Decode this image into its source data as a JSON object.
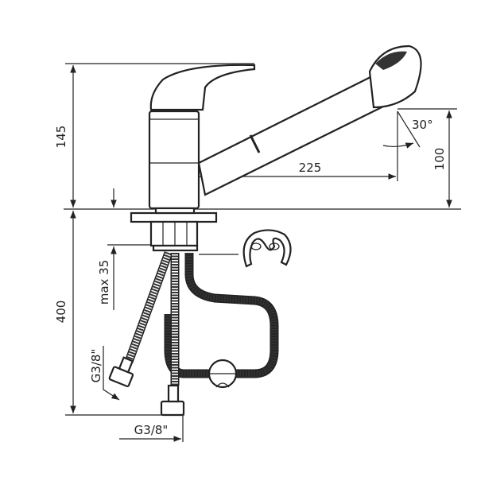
{
  "dimensions": {
    "body_height": "145",
    "below_deck_length": "400",
    "max_deck_thickness": "max 35",
    "spout_reach": "225",
    "spout_height": "100",
    "swivel_angle": "30°",
    "inlet_thread_left": "G3/8\"",
    "inlet_thread_bottom": "G3/8\""
  },
  "colors": {
    "line": "#222222",
    "background": "#ffffff"
  }
}
